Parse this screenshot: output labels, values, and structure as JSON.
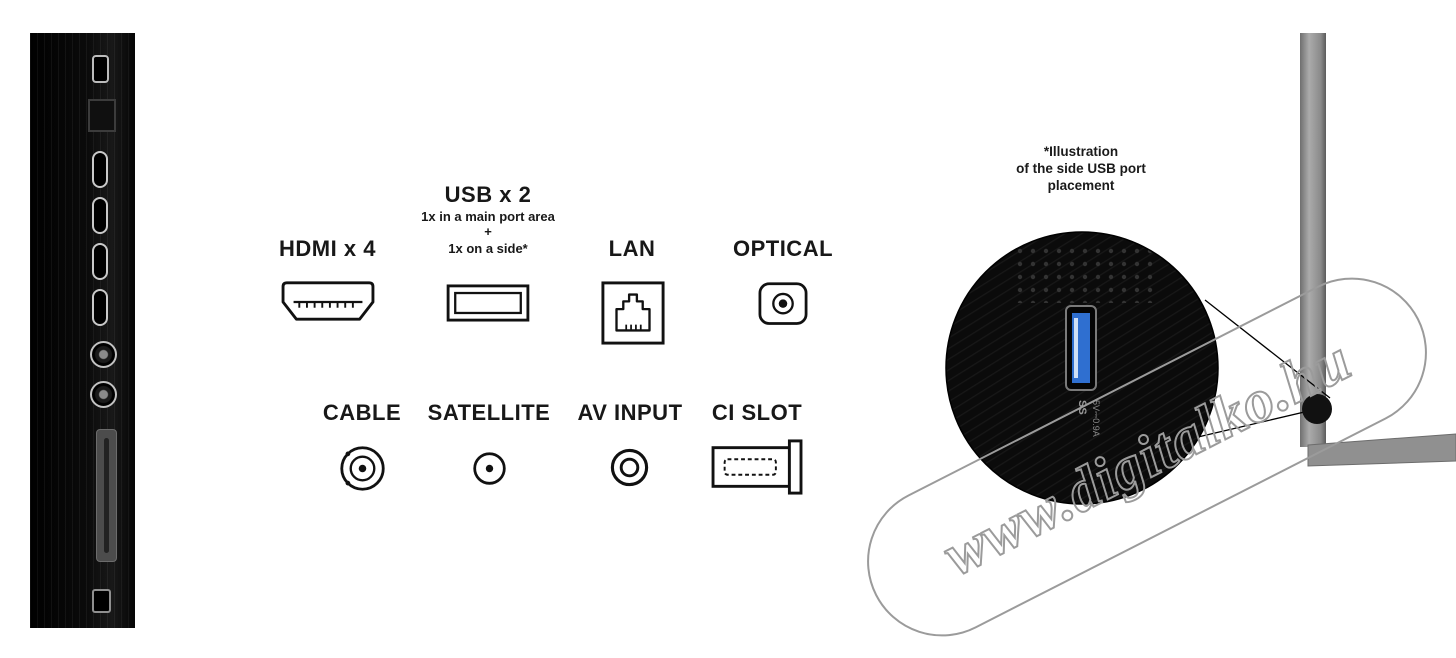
{
  "labels": {
    "hdmi": "HDMI x 4",
    "usb_title": "USB x 2",
    "usb_sub1": "1x in a main port area",
    "usb_plus": "+",
    "usb_sub2": "1x on a side*",
    "lan": "LAN",
    "optical": "OPTICAL",
    "cable": "CABLE",
    "satellite": "SATELLITE",
    "av_input": "AV INPUT",
    "ci_slot": "CI SLOT"
  },
  "illustration": {
    "note_line1": "*Illustration",
    "note_line2": "of the side USB port",
    "note_line3": "placement",
    "usb_logo": "SS",
    "usb_rating": "5V⎓0.9A"
  },
  "watermark": {
    "text": "www.digitalko.hu"
  },
  "colors": {
    "usb_blue": "#2f6fd0",
    "text": "#181818",
    "watermark_gray": "#9b9b9b",
    "tv_black": "#0b0b0b"
  }
}
